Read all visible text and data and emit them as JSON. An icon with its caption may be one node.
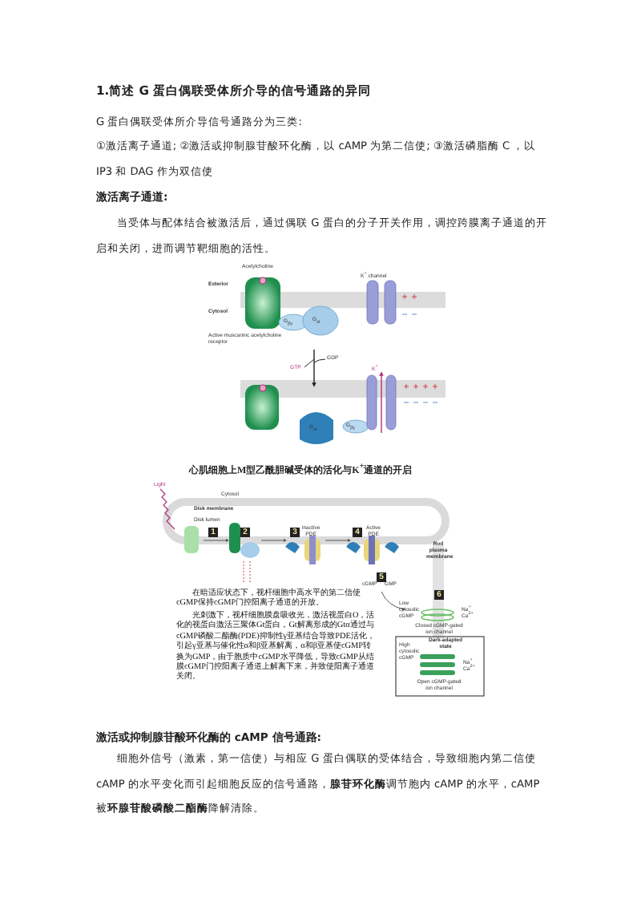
{
  "diagram": {
    "title": "1.简述 G 蛋白偶联受体所介导的信号通路的异同",
    "labels": [
      "G 蛋白偶联受体所介导信号通路分为三类:",
      "①激活离子通道; ②激活或抑制腺苷酸环化酶，以 cAMP 为第二信使; ③激活磷脂酶 C ，以 IP3 和 DAG 作为双信使",
      "激活离子通道:",
      "当受体与配体结合被激活后，通过偶联 G 蛋白的分子开关作用，调控跨膜离子通道的开启和关闭，进而调节靶细胞的活性。",
      "Acetylcholine",
      "K$^{+}$ channel",
      "Exterior",
      "Cytosol",
      "G$_{βγ}$",
      "G$_{αi}$",
      "Active muscarinic acetylcholine receptor",
      "GTP",
      "GDP",
      "K$^{+}$",
      "G$_{αi}$",
      "G$_{βγ}$",
      "心肌细胞上M型乙酰胆碱受体的活化与K$^{+}$通道的开启",
      "Light",
      "Cytosol",
      "Disk membrane",
      "Disk lumen",
      "1",
      "2",
      "3",
      "Inactive PDE",
      "4",
      "Active PDE",
      "Rod plasma membrane",
      "5",
      "cGMP",
      "GMP",
      "6",
      "Low cytosolic cGMP",
      "Na$^{+}$",
      "Ca$^{2+}$",
      "Closed cGMP-gated ion channel",
      "High cytosolic cGMP",
      "Dark-adapted state",
      "Na$^{+}$",
      "Ca$^{2+}$",
      "Open cGMP-gated ion channel",
      "在暗适应状态下，视杆细胞中高水平的第二信使cGMP保持cGMP门控阳离子通道的开放。",
      "光刺激下，视杆细胞膜盘吸收光，激活视蛋白O，活化的视蛋白激活三聚体Gt蛋白，Gt解离形成的Gtα通过与cGMP磷酸二酯酶(PDE)抑制性γ亚基结合导致PDE活化，引起γ亚基与催化性α和β亚基解离，α和β亚基使cGMP转换为GMP，由于胞质中cGMP水平降低，导致cGMP从结膜cGMP门控阳离子通道上解离下来，并致使阳离子通道关闭。",
      "激活或抑制腺苷酸环化酶的 cAMP 信号通路:",
      "细胞外信号（激素，第一信使）与相应 G 蛋白偶联的受体结合，导致细胞内第二信使 cAMP 的水平变化而引起细胞反应的信号通路，**腺苷环化酶**调节胞内 cAMP 的水平，cAMP 被**环腺苷酸磷酸二酯酶**降解清除。"
    ]
  }
}
